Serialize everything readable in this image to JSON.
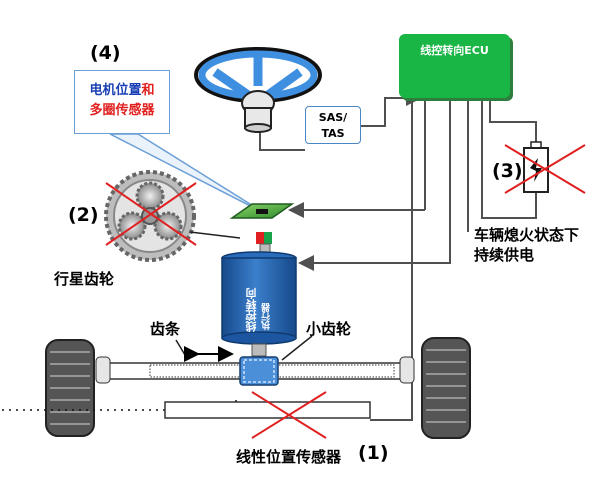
{
  "labels": {
    "callout_number": "(4)",
    "callout_line1_blue": "电机位置",
    "callout_line1_red": "和",
    "callout_line2": "多圈传感器",
    "ecu": "线控转向ECU",
    "sas_line1": "SAS/",
    "sas_line2": "TAS",
    "battery_number": "(3)",
    "power_line1": "车辆熄火状态下",
    "power_line2": "持续供电",
    "planetary_number": "(2)",
    "planetary": "行星齿轮",
    "actuator_line1": "线控转向",
    "actuator_line2": "执行器",
    "rack": "齿条",
    "pinion": "小齿轮",
    "linear_sensor": "线性位置传感器",
    "linear_number": "(1)"
  },
  "colors": {
    "ecu_green": "#19b545",
    "actuator_blue": "#1f5fa8",
    "cross_red": "#e02020",
    "wire_gray": "#505050",
    "callout_blue": "#6b9fd6"
  },
  "icons": [
    "steering-wheel-icon",
    "battery-icon",
    "planetary-gear-icon",
    "wheel-icon",
    "rack-icon",
    "pinion-icon"
  ]
}
